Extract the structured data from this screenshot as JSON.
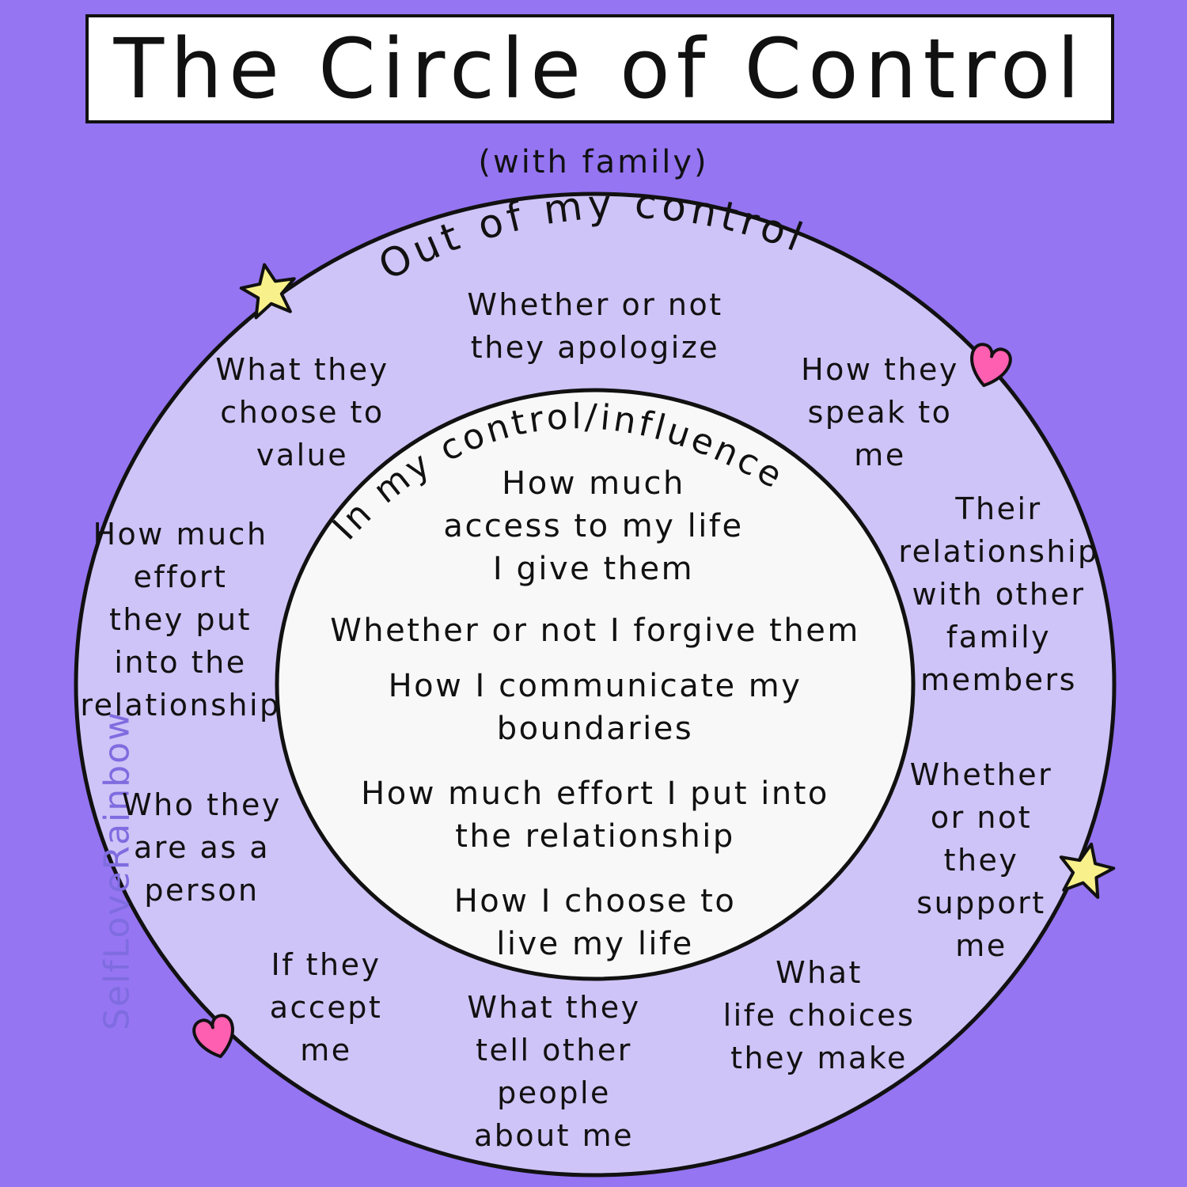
{
  "title": "The Circle of Control",
  "subtitle": "(with family)",
  "outer_ring": {
    "heading": "Out of my control",
    "items": [
      "Whether or not\nthey apologize",
      "What they\nchoose to\nvalue",
      "How they\nspeak to\nme",
      "How much\neffort\nthey put\ninto the\nrelationship",
      "Their\nrelationship\nwith other\nfamily\nmembers",
      "Who they\nare as a\nperson",
      "Whether\nor not\nthey\nsupport\nme",
      "If they\naccept\nme",
      "What they\ntell other\npeople\nabout me",
      "What\nlife choices\nthey make"
    ]
  },
  "inner_circle": {
    "heading": "In my control/influence",
    "items": [
      "How much\naccess to my life\nI give them",
      "Whether or not I forgive them",
      "How I communicate my\nboundaries",
      "How much effort I put into\nthe relationship",
      "How I choose to\nlive my life"
    ]
  },
  "watermark": "SelfLoveRainbow",
  "colors": {
    "background": "#9575f2",
    "outer_ring": "#cfc4f7",
    "inner_circle": "#f8f8f8",
    "star": "#f8f08a",
    "heart": "#ff5fb0"
  },
  "decorations": [
    "star-icon",
    "heart-icon",
    "star-icon",
    "heart-icon"
  ]
}
